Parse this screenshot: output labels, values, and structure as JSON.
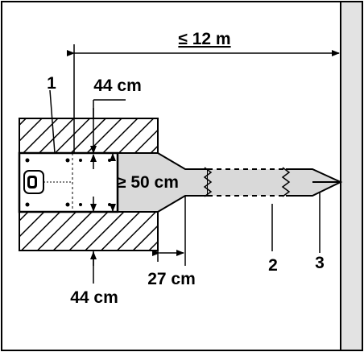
{
  "labels": {
    "max_distance": "≤ 12 m",
    "callout_1": "1",
    "top_clearance": "44 cm",
    "bottom_clearance": "44 cm",
    "corridor_width": "≥ 50 cm",
    "taper_length": "27 cm",
    "callout_2": "2",
    "callout_3": "3"
  },
  "colors": {
    "outline": "#000000",
    "hatch": "#000000",
    "wall": "#e3e3e3",
    "corridor": "#d9d9d9",
    "background": "#ffffff"
  },
  "icons": {
    "robot_mower": "robot-mower-icon"
  }
}
